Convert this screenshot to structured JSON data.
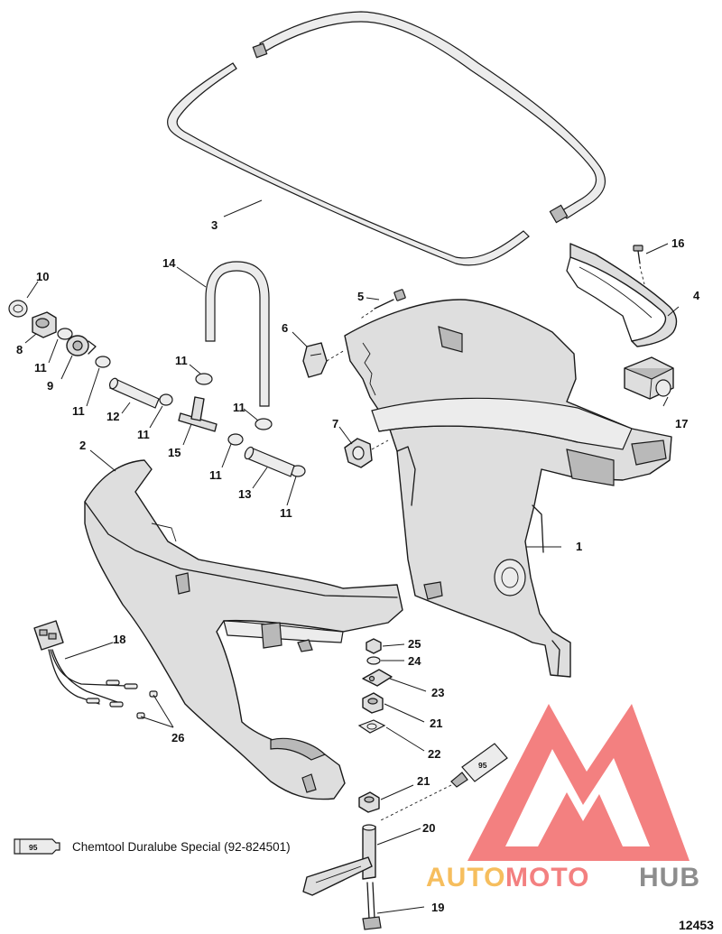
{
  "callouts": {
    "c1": "1",
    "c2": "2",
    "c3": "3",
    "c4": "4",
    "c5": "5",
    "c6": "6",
    "c7": "7",
    "c8": "8",
    "c9": "9",
    "c10": "10",
    "c11a": "11",
    "c11b": "11",
    "c11c": "11",
    "c11d": "11",
    "c11e": "11",
    "c11f": "11",
    "c11g": "11",
    "c12": "12",
    "c13": "13",
    "c14": "14",
    "c15": "15",
    "c16": "16",
    "c17": "17",
    "c18": "18",
    "c19": "19",
    "c20": "20",
    "c21a": "21",
    "c21b": "21",
    "c22": "22",
    "c23": "23",
    "c24": "24",
    "c25": "25",
    "c26": "26"
  },
  "tube_marker": "95",
  "legend": {
    "marker": "95",
    "text": "Chemtool Duralube Special (92-824501)"
  },
  "figure_number": "12453",
  "watermark": {
    "part1": "AUTO",
    "part2": "MOTO",
    "part3": "HUB",
    "color_red": "#f26b6b",
    "color_gold": "#f5b342",
    "color_gray": "#7a7a7a"
  }
}
